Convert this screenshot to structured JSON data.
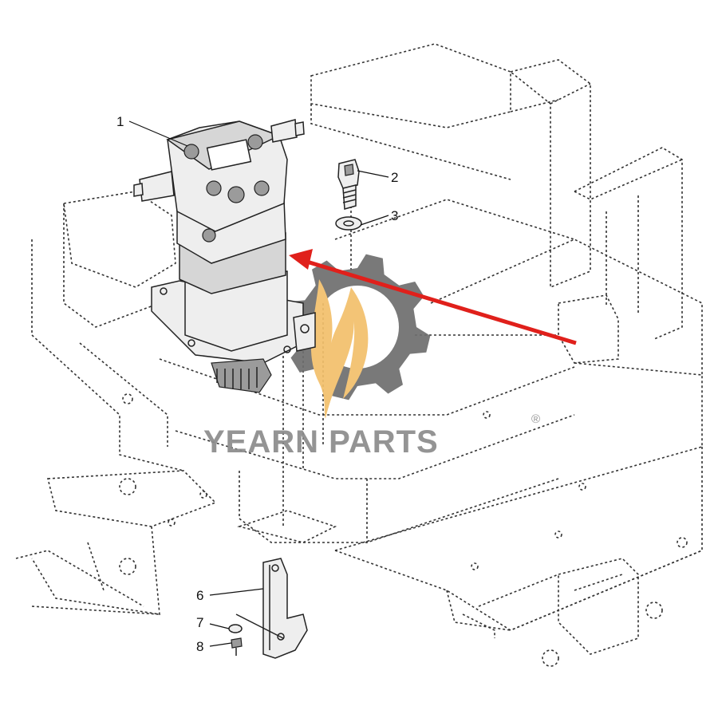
{
  "diagram": {
    "callouts": [
      {
        "number": "1"
      },
      {
        "number": "2"
      },
      {
        "number": "3"
      },
      {
        "number": "6"
      },
      {
        "number": "7"
      },
      {
        "number": "8"
      }
    ]
  },
  "watermark": {
    "brand": "YEARN PARTS",
    "registered_mark": "®",
    "gear_color": "#6e6e6e",
    "flame_color": "#f3c06b"
  },
  "arrow": {
    "color": "#e0201b"
  }
}
